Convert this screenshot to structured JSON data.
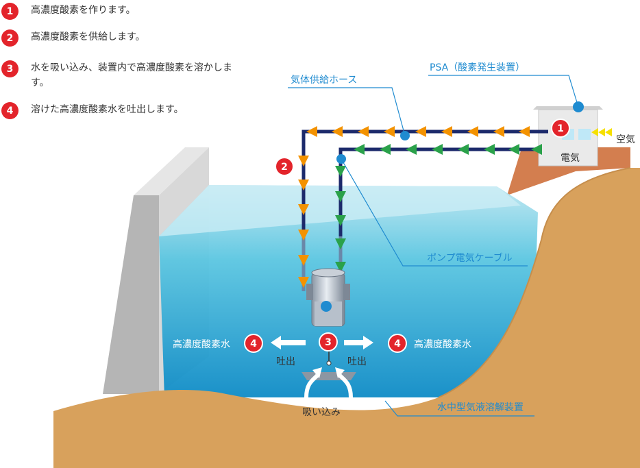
{
  "steps": [
    {
      "num": "1",
      "text": "高濃度酸素を作ります。"
    },
    {
      "num": "2",
      "text": "高濃度酸素を供給します。"
    },
    {
      "num": "3",
      "text": "水を吸い込み、装置内で高濃度酸素を溶かします。"
    },
    {
      "num": "4",
      "text": "溶けた高濃度酸素水を吐出します。"
    }
  ],
  "labels": {
    "psa": "PSA（酸素発生装置）",
    "hose": "気体供給ホース",
    "cable": "ポンプ電気ケーブル",
    "device": "水中型気液溶解装置",
    "air": "空気",
    "electricity": "電気",
    "oxygen_water_left": "高濃度酸素水",
    "oxygen_water_right": "高濃度酸素水",
    "discharge_left": "吐出",
    "discharge_right": "吐出",
    "intake": "吸い込み"
  },
  "badges": {
    "one": "1",
    "two": "2",
    "three": "3",
    "four_left": "4",
    "four_right": "4"
  },
  "colors": {
    "badge": "#e3242b",
    "callout": "#1f8bd0",
    "hose_gas": "#f39200",
    "cable_green": "#2aa14a",
    "pipe": "#1c2a6b",
    "air_arrow": "#f6e000",
    "ground": "#d8a15c",
    "water": "#1aa3d4"
  }
}
